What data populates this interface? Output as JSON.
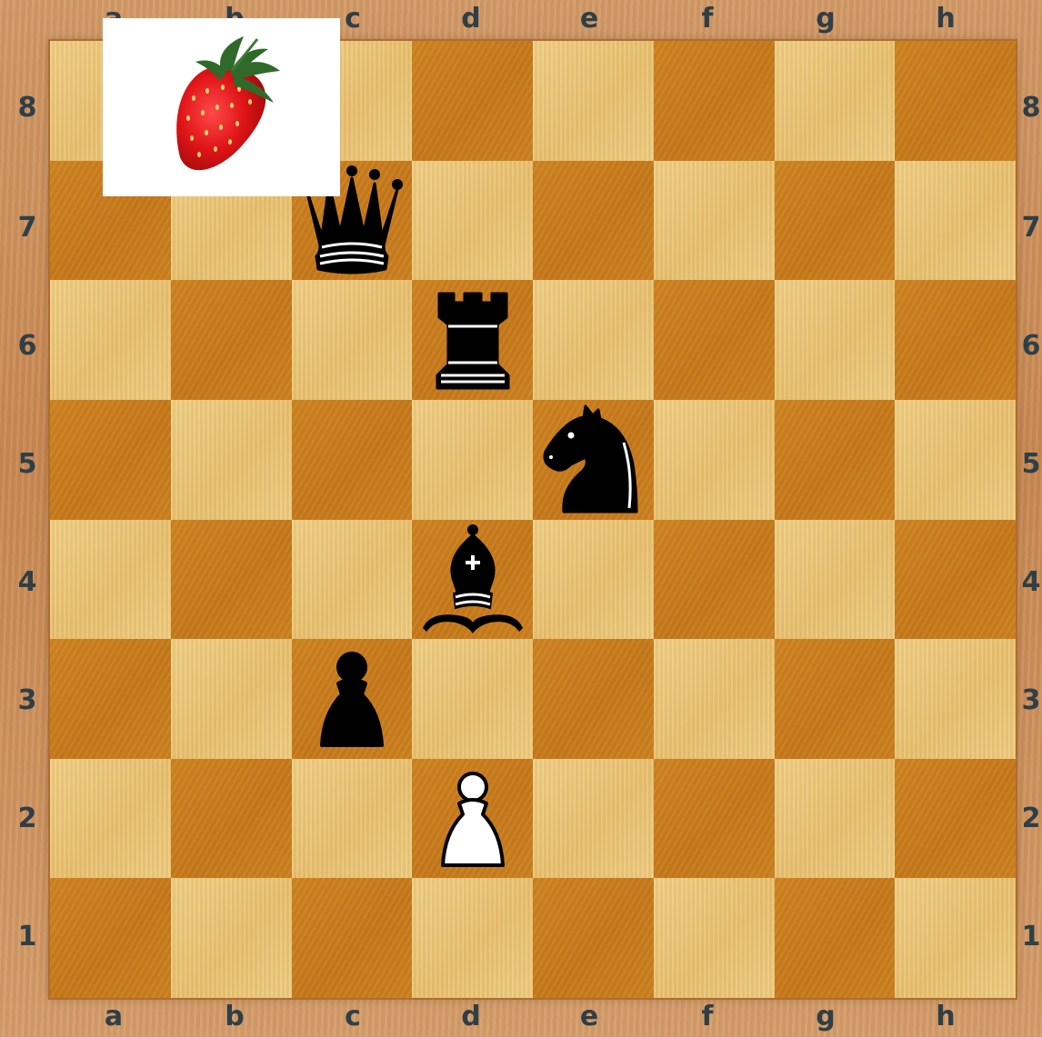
{
  "board": {
    "files_top": [
      "a",
      "b",
      "c",
      "d",
      "e",
      "f",
      "g",
      "h"
    ],
    "files_bottom": [
      "a",
      "b",
      "c",
      "d",
      "e",
      "f",
      "g",
      "h"
    ],
    "ranks_left": [
      "8",
      "7",
      "6",
      "5",
      "4",
      "3",
      "2",
      "1"
    ],
    "ranks_right": [
      "8",
      "7",
      "6",
      "5",
      "4",
      "3",
      "2",
      "1"
    ],
    "colors": {
      "light_square": "#ecc878",
      "dark_square": "#cc801e",
      "frame": "#c98a55",
      "coordinate_text": "#2f3f47"
    },
    "pieces": [
      {
        "square": "c7",
        "color": "black",
        "type": "queen",
        "icon": "black-queen-icon"
      },
      {
        "square": "d6",
        "color": "black",
        "type": "rook",
        "icon": "black-rook-icon"
      },
      {
        "square": "e5",
        "color": "black",
        "type": "knight",
        "icon": "black-knight-icon"
      },
      {
        "square": "d4",
        "color": "black",
        "type": "bishop",
        "icon": "black-bishop-icon"
      },
      {
        "square": "c3",
        "color": "black",
        "type": "pawn",
        "icon": "black-pawn-icon"
      },
      {
        "square": "d2",
        "color": "white",
        "type": "pawn",
        "icon": "white-pawn-icon"
      }
    ]
  },
  "overlay": {
    "icon": "strawberry-icon"
  }
}
